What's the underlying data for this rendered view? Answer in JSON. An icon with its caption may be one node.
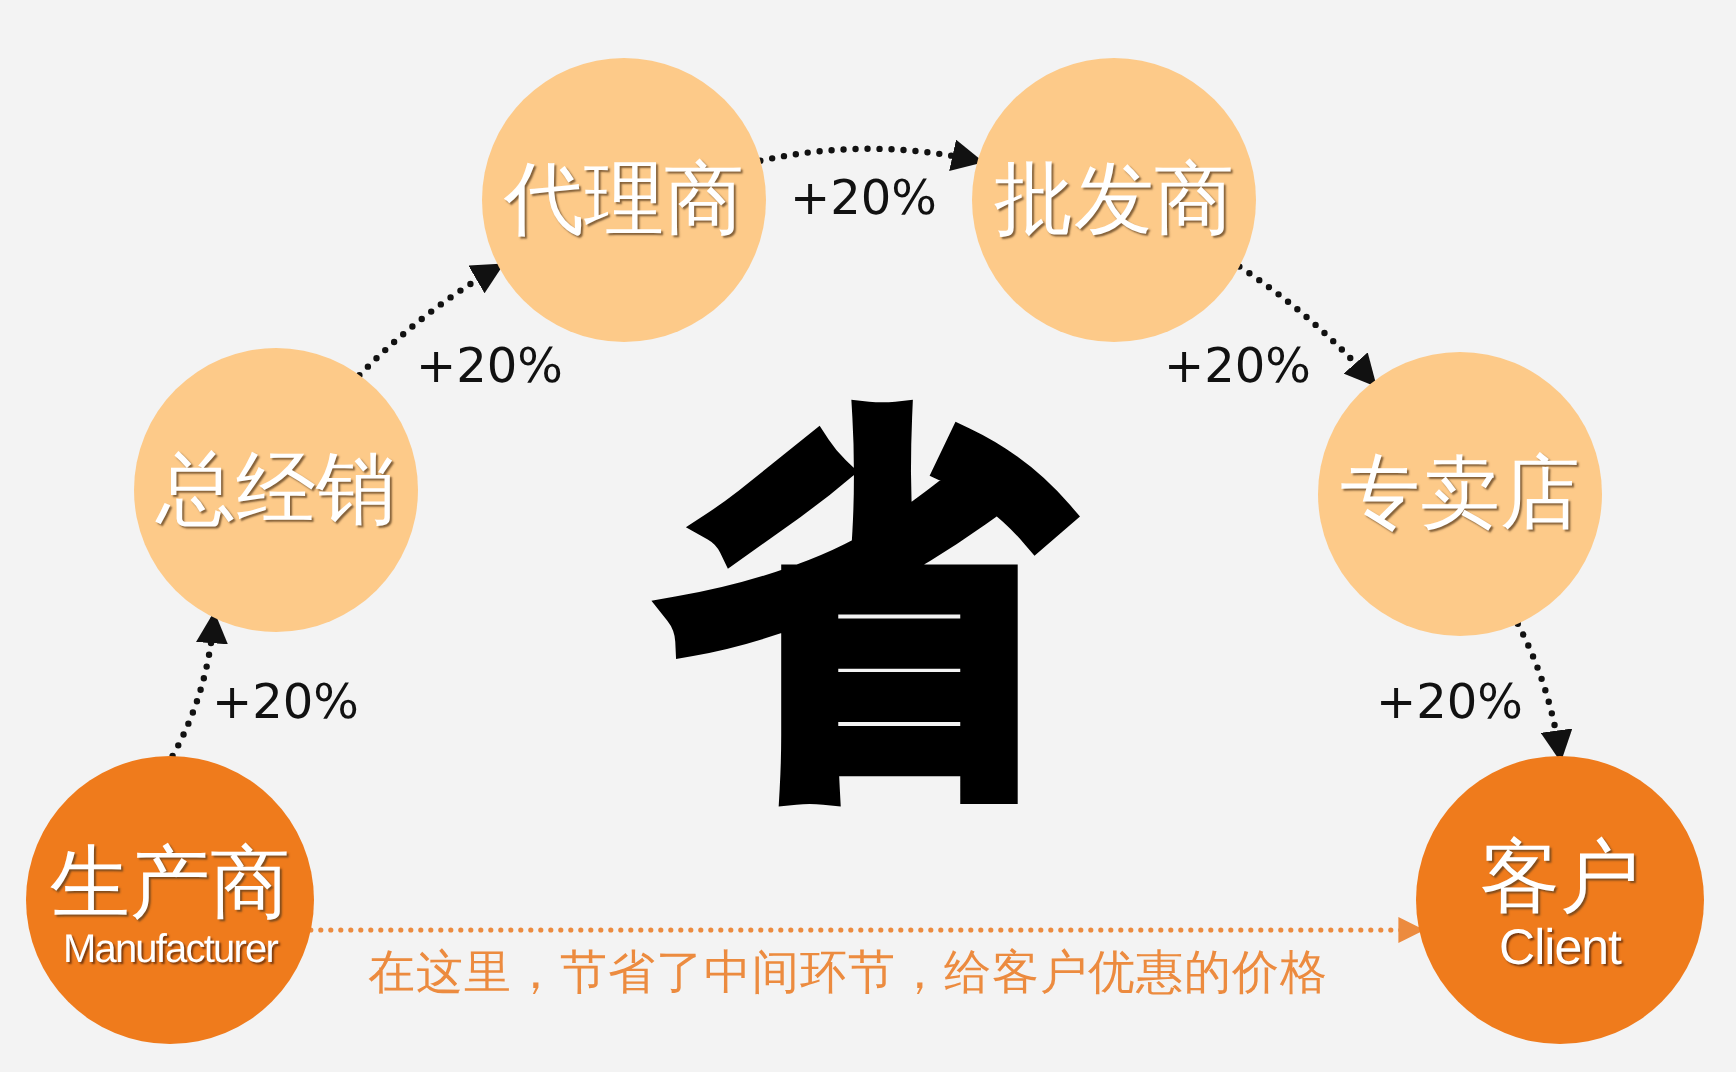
{
  "diagram": {
    "nodes": [
      {
        "text": [
          "生产商",
          "Manufacturer"
        ]
      },
      {
        "text": [
          "总经销"
        ]
      },
      {
        "text": [
          "代理商"
        ]
      },
      {
        "text": [
          "批发商"
        ]
      },
      {
        "text": [
          "专卖店"
        ]
      },
      {
        "text": [
          "客户",
          "Client"
        ]
      }
    ],
    "edges": [
      {
        "from": 0,
        "to": 1,
        "arrow": "to",
        "label": "+20%"
      },
      {
        "from": 1,
        "to": 2,
        "arrow": "to",
        "label": "+20%"
      },
      {
        "from": 2,
        "to": 3,
        "arrow": "to",
        "label": "+20%"
      },
      {
        "from": 3,
        "to": 4,
        "arrow": "to",
        "label": "+20%"
      },
      {
        "from": 4,
        "to": 5,
        "arrow": "to",
        "label": "+20%"
      },
      {
        "from": 0,
        "to": 5,
        "arrow": "to",
        "label": "在这里，节省了中间环节，给客户优惠的价格",
        "color": "#ec8b3f"
      }
    ],
    "labels": [
      "省"
    ]
  }
}
